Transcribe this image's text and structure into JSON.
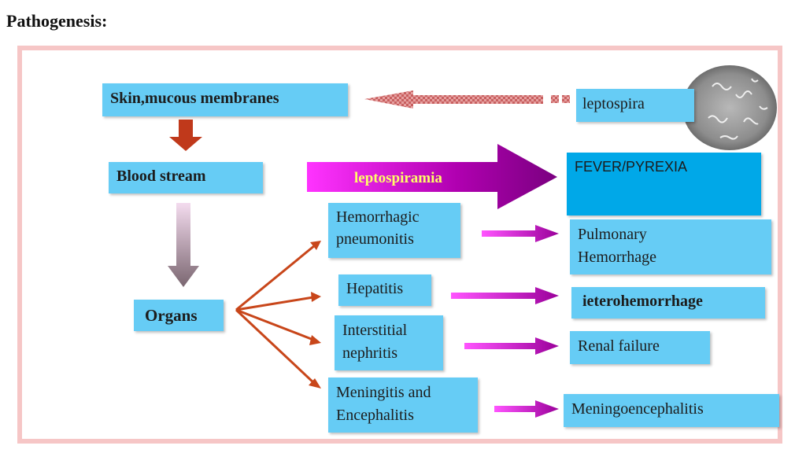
{
  "heading": "Pathogenesis:",
  "nodes": {
    "skin": "Skin,mucous membranes",
    "leptospira": "leptospira",
    "blood": "Blood stream",
    "leptospiramia": "leptospiramia",
    "fever": "FEVER/PYREXIA",
    "organs": "Organs",
    "hemo_line1": "Hemorrhagic",
    "hemo_line2": "pneumonitis",
    "hepatitis": "Hepatitis",
    "inter_line1": "Interstitial",
    "inter_line2": "nephritis",
    "mening_line1": "Meningitis and",
    "mening_line2": "Encephalitis",
    "pulm_line1": "Pulmonary",
    "pulm_line2": "Hemorrhage",
    "ietero": "ieterohemorrhage",
    "renal": "Renal failure",
    "meningoenc": "Meningoencephalitis"
  },
  "colors": {
    "box": "#66ccf5",
    "fever_box": "#00a8e8",
    "frame": "#f6c6c6",
    "organ_arrow": "#c8461a",
    "outcome_arrow": "#c000c0",
    "down_arrow": "#c0391b"
  },
  "icons": {
    "micrograph": "leptospira-micrograph-icon"
  }
}
